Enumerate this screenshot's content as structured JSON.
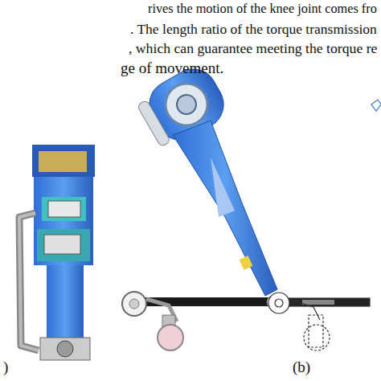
{
  "diagram": {
    "labels": [
      "rives the motion of the knee joint comes fro",
      ". The length ratio of the torque transmission",
      ", which can guarantee meeting the torque re",
      "ge of movement.",
      ")",
      "(b)"
    ]
  }
}
